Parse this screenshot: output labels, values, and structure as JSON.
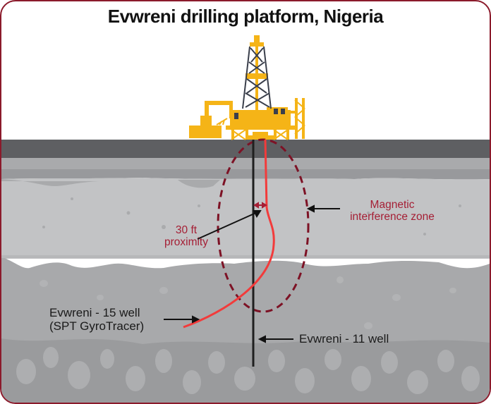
{
  "title": "Evwreni drilling platform, Nigeria",
  "labels": {
    "proximity_line1": "30 ft",
    "proximity_line2": "proximity",
    "interference_line1": "Magnetic",
    "interference_line2": "interference zone",
    "well15_line1": "Evwreni - 15 well",
    "well15_line2": "(SPT GyroTracer)",
    "well11": "Evwreni - 11 well"
  },
  "colors": {
    "frame_border": "#8b1a2b",
    "platform_yellow": "#f5b417",
    "derrick_lattice": "#3a3f4b",
    "surface_band": "#5e5f62",
    "red_well": "#f23b3b",
    "interference_ellipse": "#7d1225",
    "label_red": "#a51f35",
    "well_black": "#1f1f1f"
  },
  "elements": {
    "platform_icon": "offshore-drilling-rig",
    "well_11_path": "vertical",
    "well_15_path": "vertical-then-deviates-left",
    "proximity_marker": "double-headed-arrow",
    "interference_zone": "dashed-ellipse"
  }
}
